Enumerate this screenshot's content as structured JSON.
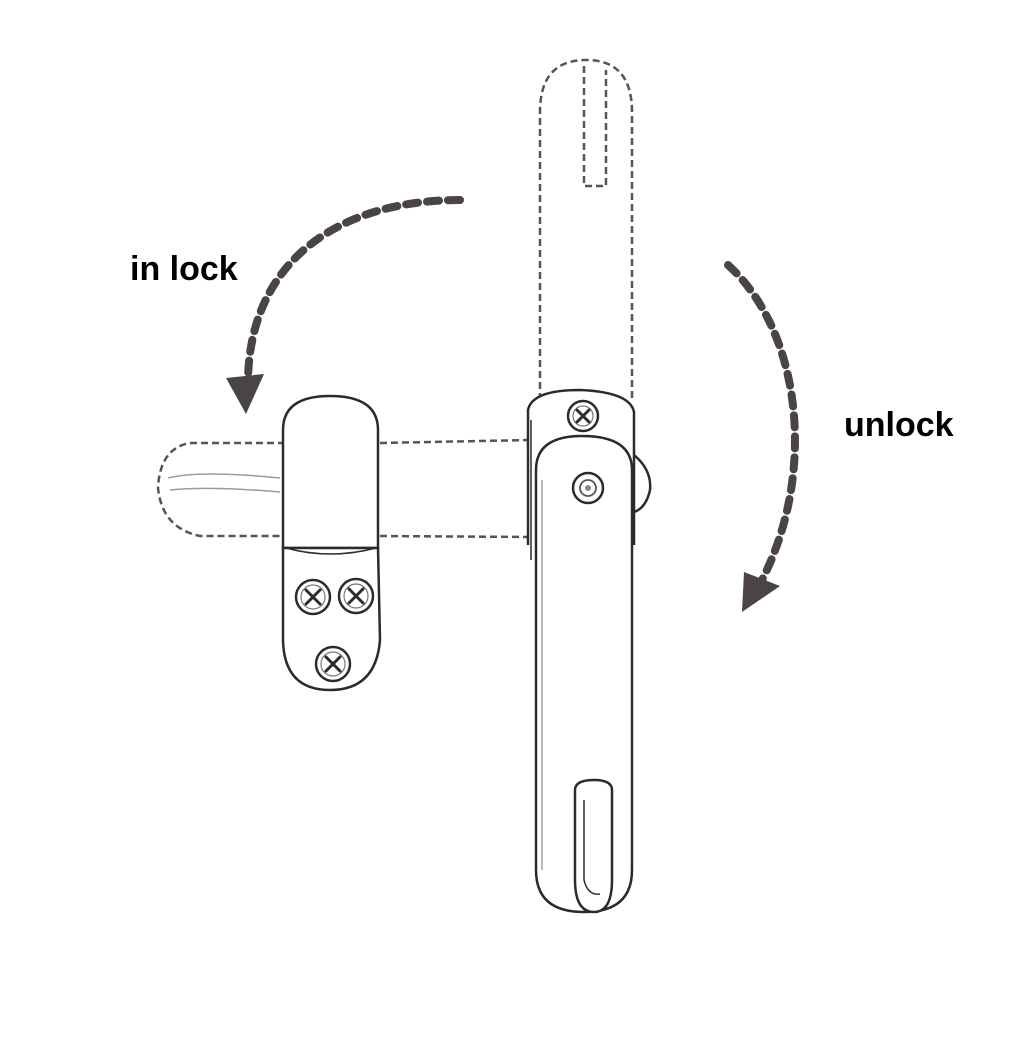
{
  "labels": {
    "in_lock": "in lock",
    "unlock": "unlock"
  },
  "colors": {
    "arrow": "#4a4444",
    "outline": "#2b2b2b",
    "ghost_outline": "#555555",
    "background": "#ffffff"
  },
  "icons": {
    "lock_direction": "curved-dashed-arrow-counterclockwise",
    "unlock_direction": "curved-dashed-arrow-clockwise",
    "screw": "phillips-screw"
  }
}
